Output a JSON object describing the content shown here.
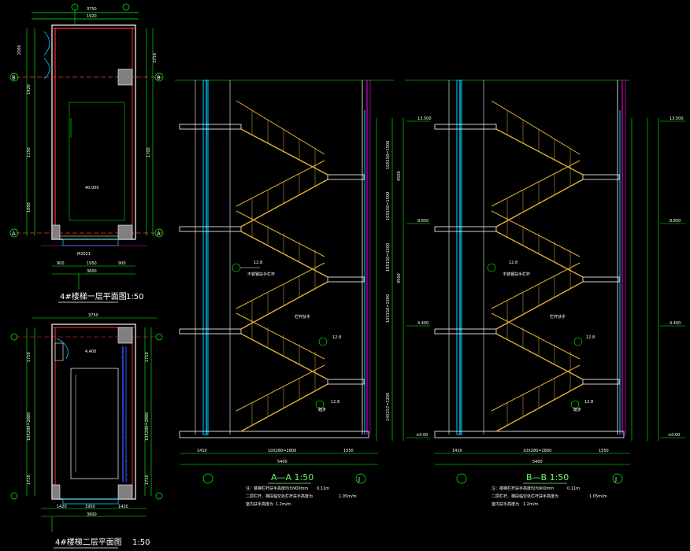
{
  "drawing": {
    "plan1": {
      "title": "4#楼梯一层平面图",
      "scale": "1:50",
      "axis_top": "B",
      "axis_bottom": "A",
      "dims_top": [
        "3750",
        "1920"
      ],
      "dims_bottom": [
        "900",
        "1950",
        "900",
        "3600"
      ],
      "door_label": "M2021",
      "room_label": "40.000",
      "side_dims": [
        "2000",
        "1920",
        "1150",
        "1700",
        "3750",
        "1000"
      ]
    },
    "plan2": {
      "title": "4#楼梯二层平面图",
      "scale": "1:50",
      "dims_top": [
        "3750"
      ],
      "dims_bottom": [
        "1420",
        "1950",
        "1420",
        "3600"
      ],
      "landing_label": "4.400",
      "left_dims": [
        "1710",
        "10X280=2800",
        "1710"
      ],
      "right_dims": [
        "1710",
        "10X280=2800",
        "1710"
      ]
    },
    "sectionA": {
      "title": "A—A 1:50",
      "axis_left": "",
      "axis_right": "J",
      "dims_bottom": [
        "1410",
        "10X280=2800",
        "1550",
        "5400"
      ],
      "level_labels": [
        "13.500",
        "8.850",
        "4.400",
        "±0.00"
      ],
      "right_dims": [
        "10X150=1500",
        "10X150=1500",
        "4500",
        "10X150=1500",
        "10X150=1500",
        "4500",
        "14X157=2200"
      ],
      "callouts": [
        "12.8",
        "不锈钢扶手栏杆",
        "12.8",
        "栏杆扶手",
        "12.8",
        "踏步"
      ],
      "notes": [
        "注：楼梯栏杆扶手高度均为900mm",
        "二层栏杆、梯段临空处栏杆扶手高度为",
        "室内扶手高度为"
      ],
      "note_values": [
        "0.11m",
        "1.05m/m",
        "1.2m/m"
      ]
    },
    "sectionB": {
      "title": "B—B 1:50",
      "axis_right": "J",
      "dims_bottom": [
        "1410",
        "10X280=2800",
        "1550",
        "5400"
      ],
      "level_labels": [
        "13.500",
        "8.850",
        "4.400",
        "±0.00"
      ],
      "callouts": [
        "12.8",
        "不锈钢扶手栏杆",
        "12.8",
        "栏杆扶手",
        "12.8",
        "踏步"
      ],
      "notes": [
        "注：楼梯栏杆扶手高度均为900mm",
        "二层栏杆、梯段临空处栏杆扶手高度为",
        "室内扶手高度为"
      ],
      "note_values": [
        "0.11m",
        "1.05m/m",
        "1.2m/m"
      ]
    }
  },
  "colors": {
    "background": "#000000",
    "dimension": "#00ff00",
    "wall": "#ffffff",
    "axis": "#ff3333",
    "stair": "#e0b030",
    "glass": "#00ccff",
    "accent": "#ff00ff"
  }
}
